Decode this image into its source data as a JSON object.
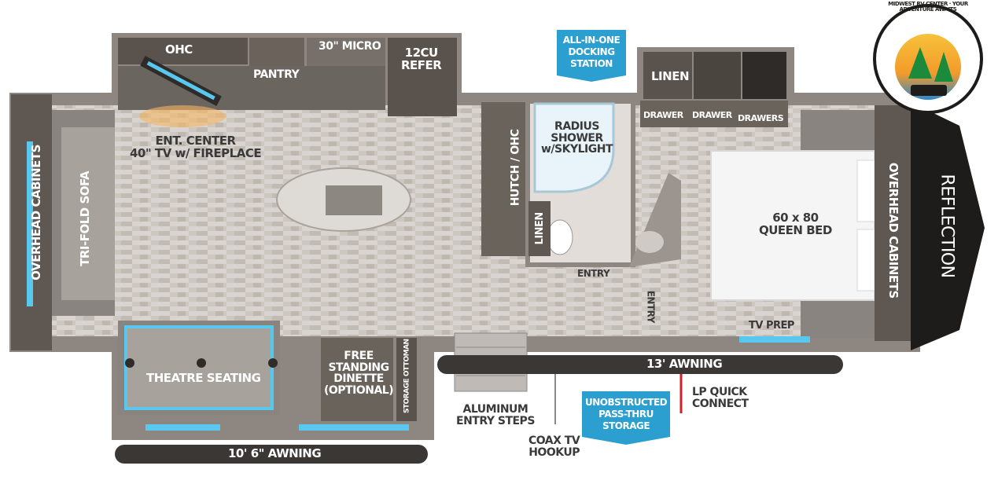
{
  "plan": {
    "ohc": "OHC",
    "pantry": "PANTRY",
    "micro": "30\" MICRO",
    "refer_line1": "12CU",
    "refer_line2": "REFER",
    "ent_center_line1": "ENT. CENTER",
    "ent_center_line2": "40\" TV w/ FIREPLACE",
    "overhead_cabinets_front": "OVERHEAD CABINETS",
    "tri_fold_sofa": "TRI-FOLD SOFA",
    "theatre_seating": "THEATRE SEATING",
    "dinette_line1": "FREE",
    "dinette_line2": "STANDING",
    "dinette_line3": "DINETTE",
    "dinette_line4": "(OPTIONAL)",
    "storage_ottoman": "STORAGE OTTOMAN",
    "awning_left": "10' 6\" AWNING",
    "hutch_ohc": "HUTCH / OHC",
    "linen_bath": "LINEN",
    "shower_line1": "RADIUS",
    "shower_line2": "SHOWER",
    "shower_line3": "w/SKYLIGHT",
    "entry_bath": "ENTRY",
    "entry_bed": "ENTRY",
    "aluminum_steps_line1": "ALUMINUM",
    "aluminum_steps_line2": "ENTRY STEPS",
    "coax_line1": "COAX TV",
    "coax_line2": "HOOKUP",
    "awning_right": "13' AWNING",
    "pass_thru_line1": "UNOBSTRUCTED",
    "pass_thru_line2": "PASS-THRU",
    "pass_thru_line3": "STORAGE",
    "lp_line1": "LP QUICK",
    "lp_line2": "CONNECT",
    "docking_line1": "ALL-IN-ONE",
    "docking_line2": "DOCKING",
    "docking_line3": "STATION",
    "linen_bed": "LINEN",
    "drawer1": "DRAWER",
    "drawer2": "DRAWER",
    "drawers": "DRAWERS",
    "bed_line1": "60 x 80",
    "bed_line2": "QUEEN BED",
    "tv_prep": "TV PREP",
    "overhead_cabinets_rear": "OVERHEAD CABINETS",
    "brand": "REFLECTION"
  },
  "logo": {
    "text": "MIDWEST RV CENTER · YOUR ADVENTURE AWAITS"
  },
  "colors": {
    "floor": "#cfc9c3",
    "cabinet": "#5a534d",
    "callout_blue": "#2b9fd0",
    "light_blue": "#58c8ef",
    "lp_line": "#d0212a"
  }
}
